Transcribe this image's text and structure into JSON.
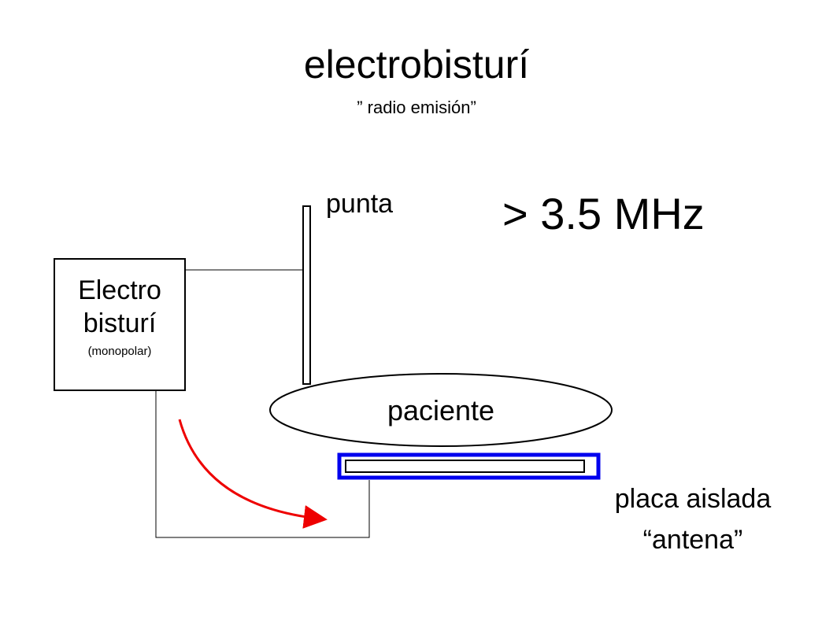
{
  "title": "electrobisturí",
  "subtitle": "” radio emisión”",
  "frequency": "> 3.5 MHz",
  "labels": {
    "tip": "punta",
    "patient": "paciente",
    "plate_line1": "placa aislada",
    "plate_line2": "“antena”"
  },
  "device": {
    "line1": "Electro",
    "line2": "bisturí",
    "line3": "(monopolar)"
  },
  "colors": {
    "plate_border": "#0000ee",
    "arrow": "#ee0000"
  }
}
